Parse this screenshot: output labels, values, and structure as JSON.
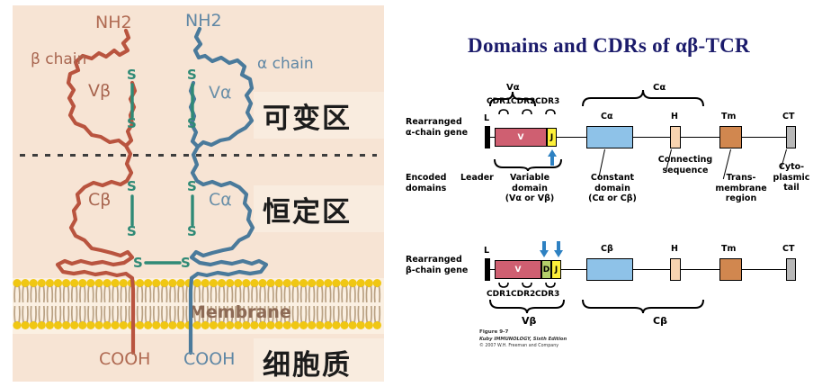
{
  "left_panel": {
    "name": "tcr-protein-schematic",
    "background_color": "#f7e4d4",
    "beta_chain_color": "#b9543f",
    "alpha_chain_color": "#4a7a9b",
    "disulfide_color": "#2f8a76",
    "chains": {
      "beta_label": "β chain",
      "alpha_label": "α chain",
      "beta_n_term": "NH2",
      "alpha_n_term": "NH2",
      "beta_c_term": "COOH",
      "alpha_c_term": "COOH",
      "beta_variable_domain": "Vβ",
      "alpha_variable_domain": "Vα",
      "beta_constant_domain": "Cβ",
      "alpha_constant_domain": "Cα"
    },
    "disulfide_label": "S",
    "membrane_label": "Membrane",
    "regions": {
      "variable": "可变区",
      "constant": "恒定区",
      "cytoplasm": "细胞质"
    }
  },
  "right_panel": {
    "title": "Domains and CDRs of αβ-TCR",
    "title_color": "#1b1b6b",
    "alpha_row": {
      "row_label_line1": "Rearranged",
      "row_label_line2": "α-chain gene",
      "top_brace_left": "Vα",
      "top_brace_right": "Cα",
      "cdr_labels": [
        "CDR1",
        "CDR2",
        "CDR3"
      ],
      "segments": [
        {
          "name": "L",
          "text": "",
          "label": "L",
          "color": "#000000"
        },
        {
          "name": "V",
          "text": "V",
          "label": "",
          "color": "#cf5f71"
        },
        {
          "name": "J",
          "text": "J",
          "label": "",
          "color": "#fdf03a"
        },
        {
          "name": "C",
          "text": "",
          "label": "Cα",
          "color": "#8ec2e8"
        },
        {
          "name": "H",
          "text": "",
          "label": "H",
          "color": "#f7d3b0"
        },
        {
          "name": "Tm",
          "text": "",
          "label": "Tm",
          "color": "#d1874f"
        },
        {
          "name": "CT",
          "text": "",
          "label": "CT",
          "color": "#b8b8b8"
        }
      ],
      "arrow_count": 1,
      "arrow_color": "#2e81c2"
    },
    "beta_row": {
      "row_label_line1": "Rearranged",
      "row_label_line2": "β-chain gene",
      "bottom_brace_left": "Vβ",
      "bottom_brace_right": "Cβ",
      "cdr_labels": [
        "CDR1",
        "CDR2",
        "CDR3"
      ],
      "segments": [
        {
          "name": "L",
          "text": "",
          "label": "L",
          "color": "#000000"
        },
        {
          "name": "V",
          "text": "V",
          "label": "",
          "color": "#cf5f71"
        },
        {
          "name": "D",
          "text": "D",
          "label": "",
          "color": "#b5cf6a"
        },
        {
          "name": "J",
          "text": "J",
          "label": "",
          "color": "#fdf03a"
        },
        {
          "name": "C",
          "text": "",
          "label": "Cβ",
          "color": "#8ec2e8"
        },
        {
          "name": "H",
          "text": "",
          "label": "H",
          "color": "#f7d3b0"
        },
        {
          "name": "Tm",
          "text": "",
          "label": "Tm",
          "color": "#d1874f"
        },
        {
          "name": "CT",
          "text": "",
          "label": "CT",
          "color": "#b8b8b8"
        }
      ],
      "arrow_count": 2,
      "arrow_color": "#2e81c2"
    },
    "encoded_domains": {
      "heading_line1": "Encoded",
      "heading_line2": "domains",
      "leader": "Leader",
      "variable_line1": "Variable",
      "variable_line2": "domain",
      "variable_line3": "(Vα or Vβ)",
      "constant_line1": "Constant",
      "constant_line2": "domain",
      "constant_line3": "(Cα or Cβ)",
      "connecting_line1": "Connecting",
      "connecting_line2": "sequence",
      "transmembrane_line1": "Trans-",
      "transmembrane_line2": "membrane",
      "transmembrane_line3": "region",
      "cytoplasmic_line1": "Cyto-",
      "cytoplasmic_line2": "plasmic",
      "cytoplasmic_line3": "tail"
    },
    "credit": {
      "line1": "Figure 9-7",
      "line2": "Kuby IMMUNOLOGY, Sixth Edition",
      "line3": "© 2007 W.H. Freeman and Company"
    }
  }
}
